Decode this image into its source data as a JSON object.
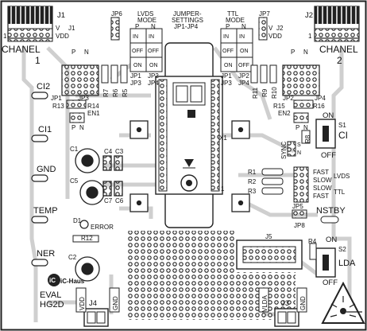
{
  "board": {
    "channel_left": {
      "title": "CHANEL",
      "number": "1"
    },
    "channel_right": {
      "title": "CHANEL",
      "number": "2"
    },
    "j1": {
      "ref": "J1",
      "pin_v": "V",
      "pin_j1": "J1",
      "vdd": "VDD",
      "pin1": "1"
    },
    "j2": {
      "ref": "J2",
      "pin_v": "V",
      "pin_j2": "J2",
      "vdd": "VDD",
      "pin1": "1"
    },
    "jp6": "JP6",
    "jp7": "JP7",
    "lvds_mode": {
      "line1": "LVDS",
      "line2": "MODE",
      "p": "P",
      "n": "N"
    },
    "ttl_mode": {
      "line1": "TTL",
      "line2": "MODE",
      "p": "P",
      "n": "N"
    },
    "jumper_settings": {
      "line1": "JUMPER-",
      "line2": "SETTINGS",
      "line3": "JP1-JP4"
    },
    "jumper_table_lvds": [
      [
        "IN",
        "IN"
      ],
      [
        "OFF",
        "OFF"
      ],
      [
        "ON",
        "ON"
      ]
    ],
    "jumper_table_ttl": [
      [
        "IN",
        "IN"
      ],
      [
        "OFF",
        "ON"
      ],
      [
        "ON",
        "OFF"
      ]
    ],
    "jumper_refs_lvds": [
      "JP1",
      "JP2",
      "JP3",
      "JP4"
    ],
    "jumper_refs_ttl": [
      "JP1",
      "JP2",
      "JP3",
      "JP4"
    ],
    "left_header": {
      "p": "P",
      "n": "N",
      "jp1": "JP1",
      "jp3": "JP3",
      "r13": "R13",
      "r14": "R14",
      "en1": "EN1",
      "p2": "P",
      "n2": "N"
    },
    "right_header": {
      "p": "P",
      "n": "N",
      "jp2": "JP2",
      "jp4": "JP4",
      "r15": "R15",
      "r16": "R16",
      "en2": "EN2",
      "p2": "P",
      "n2": "N"
    },
    "resistors_left": [
      "R7",
      "R6",
      "R5"
    ],
    "resistors_right": [
      "R11",
      "R9",
      "R10"
    ],
    "ci2": "CI2",
    "ci1": "CI1",
    "gnd": "GND",
    "temp": "TEMP",
    "ner": "NER",
    "capacitors": {
      "c1": "C1",
      "c2": "C2",
      "c3": "C3",
      "c4": "C4",
      "c5": "C5",
      "c6": "C6",
      "c7": "C7"
    },
    "d1": "D1",
    "error_label": "ERROR",
    "r12": "R12",
    "x1": "X1",
    "ic_pin1": "1",
    "sync": {
      "label": "SYNC",
      "s": "S",
      "n": "N",
      "r8": "R8"
    },
    "s1": {
      "ref": "S1",
      "on": "ON",
      "off": "OFF",
      "ci": "CI"
    },
    "s2": {
      "ref": "S2",
      "on": "ON",
      "off": "OFF",
      "lda": "LDA"
    },
    "mode_resistors": [
      "R1",
      "R2",
      "R3"
    ],
    "mode_levels": [
      "FAST",
      "SLOW",
      "SLOW",
      "FAST"
    ],
    "lvds_label": "LVDS",
    "ttl_label": "TTL",
    "jp5": "JP5",
    "jp8": "JP8",
    "nstby": "NSTBY",
    "j5": "J5",
    "r4": "R4",
    "logo": "iC-Haus",
    "eval": {
      "line1": "EVAL",
      "line2": "HG2D"
    },
    "j4": {
      "ref": "J4",
      "vdd": "VDD",
      "gnd": "GND"
    },
    "j3": {
      "ref": "J3",
      "vlda": "VLDA",
      "gnd": "GND"
    },
    "colors": {
      "trace": "#c8c8c8",
      "silk": "#111111",
      "pad": "#ffffff",
      "board": "#ffffff"
    }
  }
}
